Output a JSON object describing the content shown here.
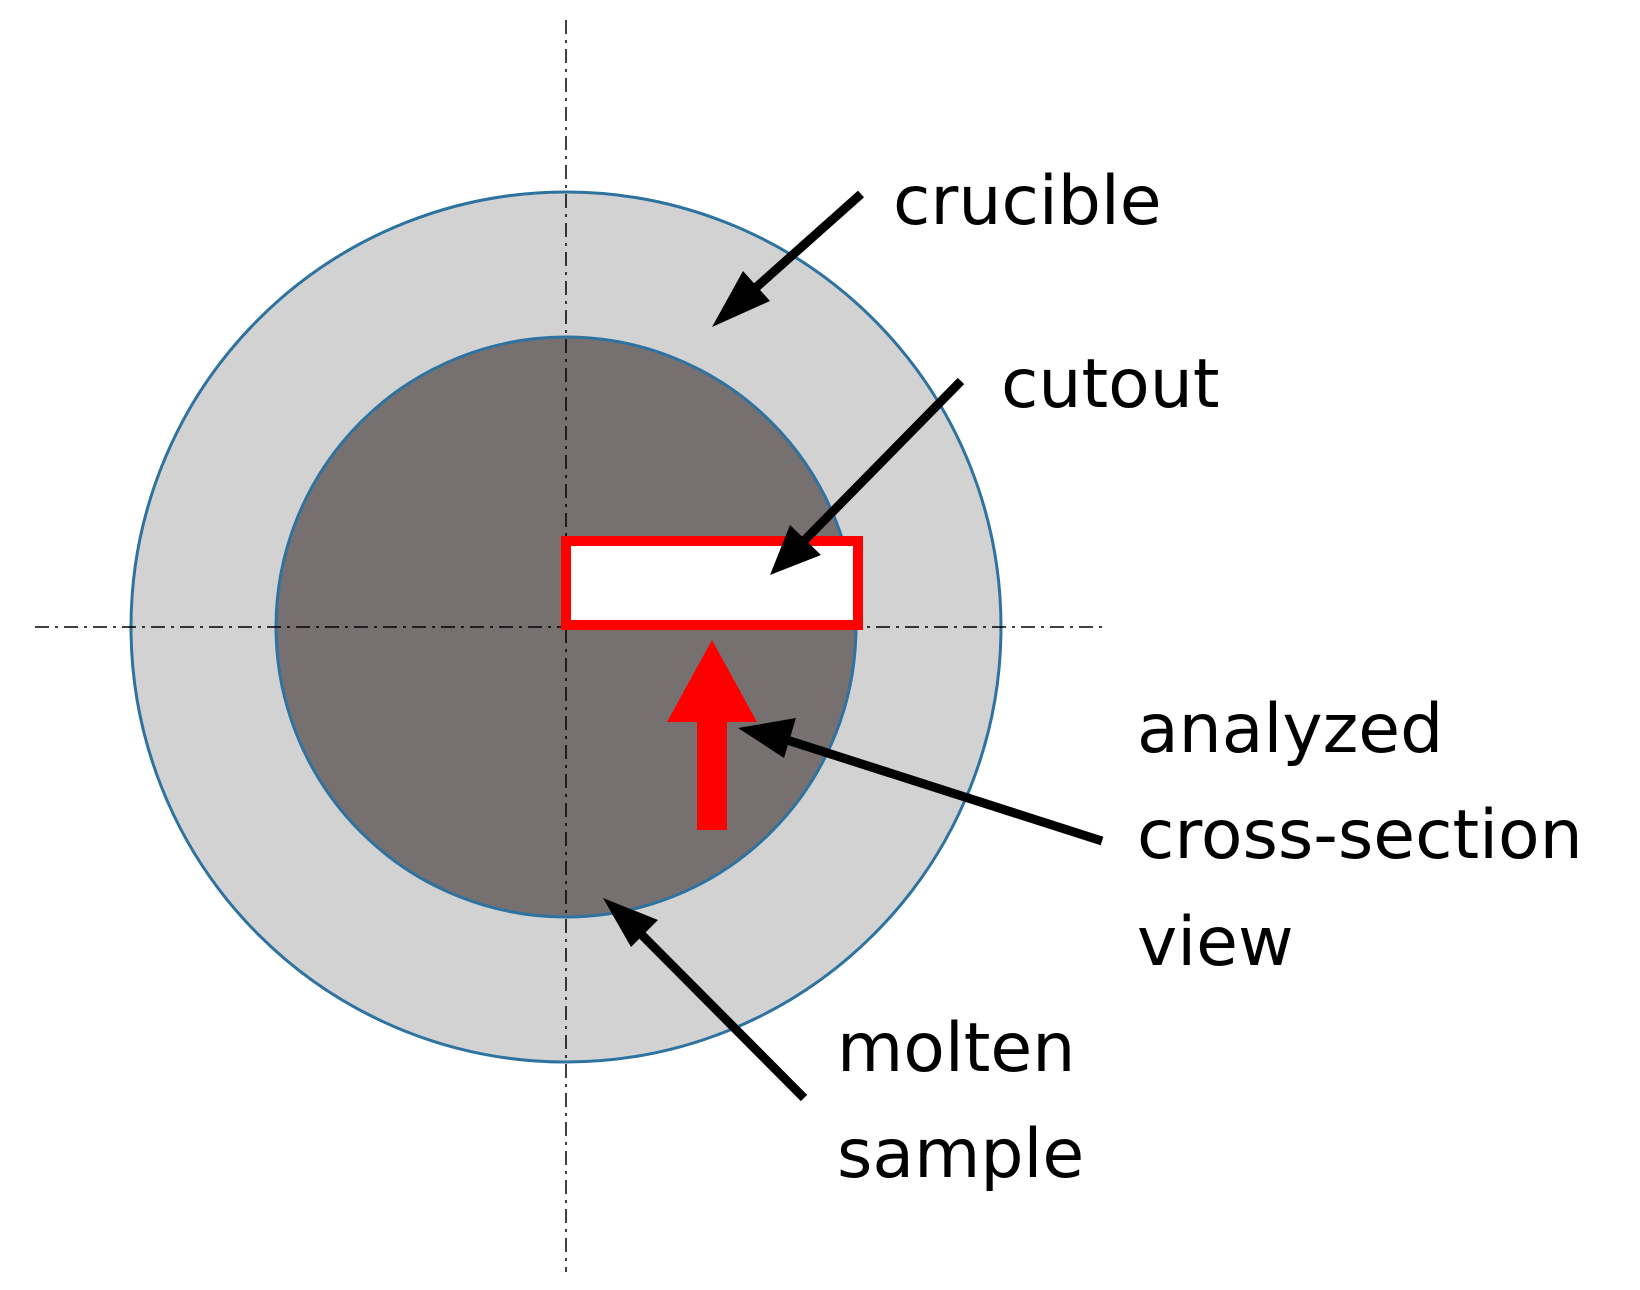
{
  "labels": {
    "crucible": "crucible",
    "cutout": "cutout",
    "analyzed_line1": "analyzed",
    "analyzed_line2": "cross-section",
    "analyzed_line3": "view",
    "molten_line1": "molten",
    "molten_line2": "sample"
  },
  "colors": {
    "background": "#ffffff",
    "crucible_fill": "#d3d2d2",
    "sample_fill": "#777070",
    "circle_outline": "#2e73a0",
    "cutout_fill": "#ffffff",
    "cutout_outline": "#ff0000",
    "view_arrow": "#ff0000",
    "leader_arrow": "#000000",
    "axis_line": "#000000"
  }
}
